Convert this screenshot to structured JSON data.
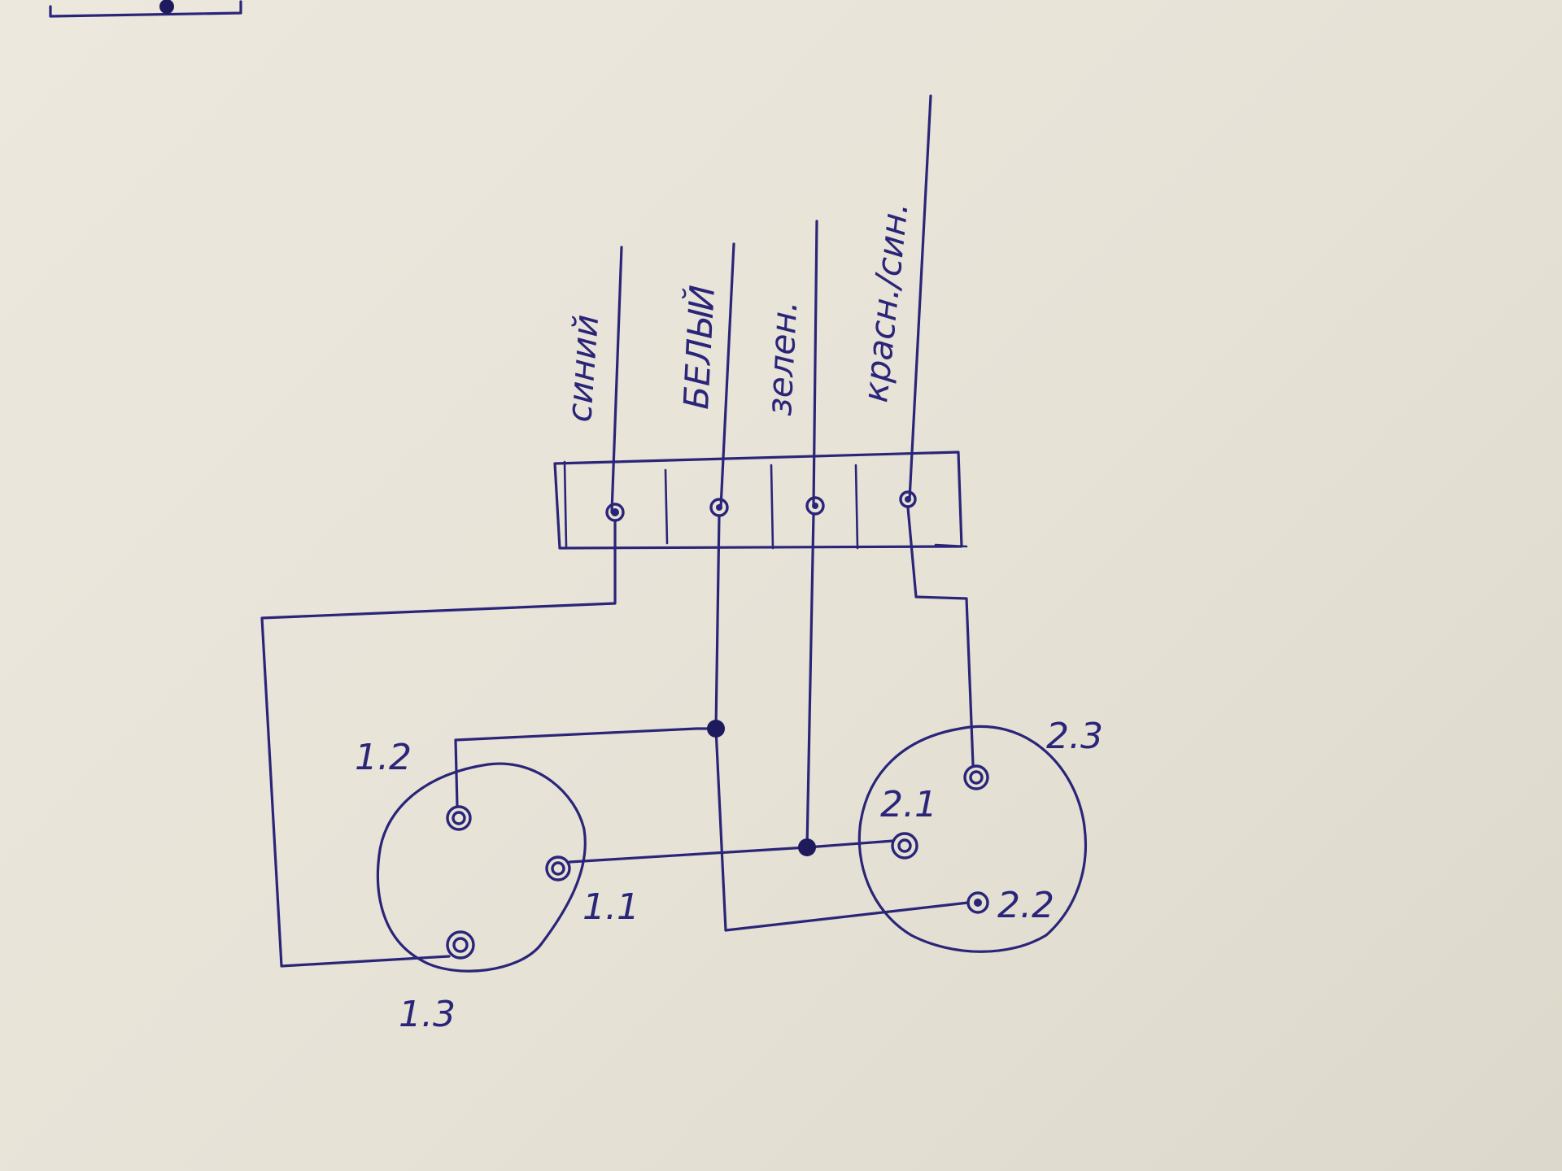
{
  "wires": {
    "blue": "синий",
    "white": "БЕЛЫЙ",
    "green": "зелен.",
    "red_blue": "красн./син."
  },
  "connector1": {
    "pin1": "1.1",
    "pin2": "1.2",
    "pin3": "1.3"
  },
  "connector2": {
    "pin1": "2.1",
    "pin2": "2.2",
    "pin3": "2.3"
  },
  "colors": {
    "ink": "#2a2578",
    "paper": "#e9e5da"
  }
}
